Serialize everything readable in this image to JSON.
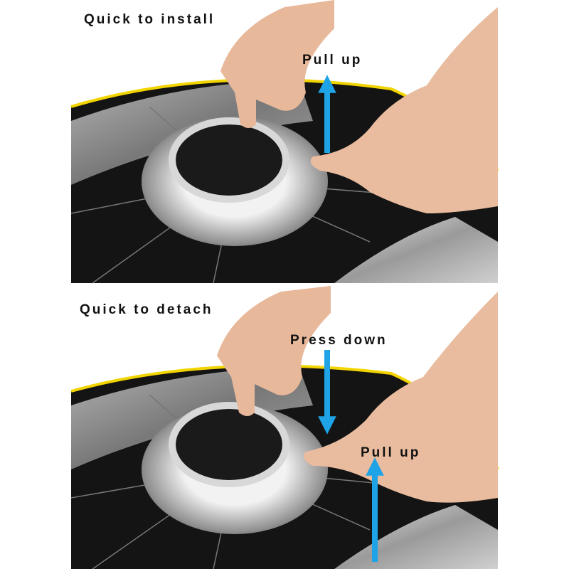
{
  "panels": [
    {
      "heading": "Quick to install",
      "arrows": [
        {
          "label": "Pull up",
          "direction": "up"
        }
      ]
    },
    {
      "heading": "Quick to detach",
      "arrows": [
        {
          "label": "Press down",
          "direction": "down"
        },
        {
          "label": "Pull up",
          "direction": "up"
        }
      ]
    }
  ],
  "colors": {
    "arrow": "#1ea3e6",
    "softbox_trim": "#f2d400",
    "softbox": "#141414",
    "ring": "#c9c9c9"
  }
}
